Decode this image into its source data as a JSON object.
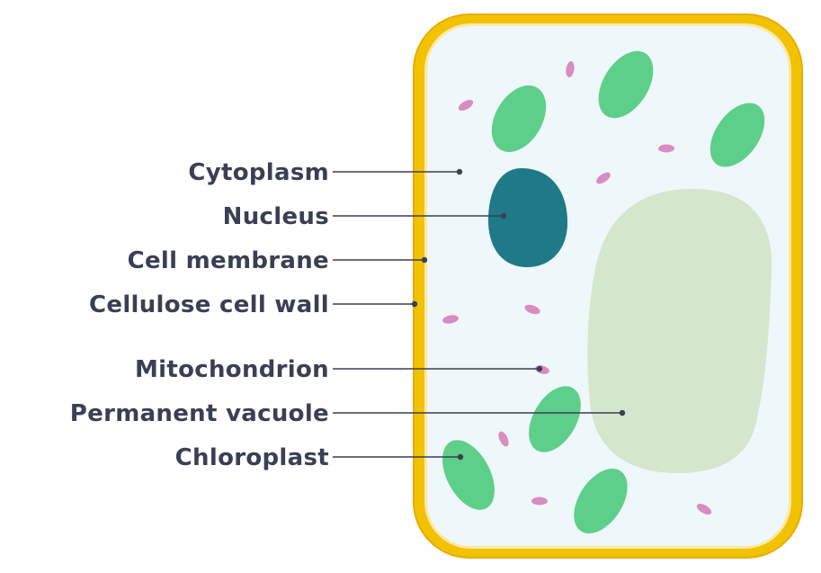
{
  "labels": {
    "cytoplasm": "Cytoplasm",
    "nucleus": "Nucleus",
    "cell_membrane": "Cell membrane",
    "cellulose_cell_wall": "Cellulose cell wall",
    "mitochondrion": "Mitochondrion",
    "permanent_vacuole": "Permanent vacuole",
    "chloroplast": "Chloroplast"
  },
  "colors": {
    "cell_wall": "#f2c200",
    "cell_wall_edge": "#e6ad00",
    "cytoplasm": "#eef7f9",
    "nucleus": "#1d7a86",
    "vacuole": "#d4e6cc",
    "chloroplast": "#5ecf8a",
    "mitochondrion": "#d98cc0",
    "label_text": "#3b3f54"
  }
}
